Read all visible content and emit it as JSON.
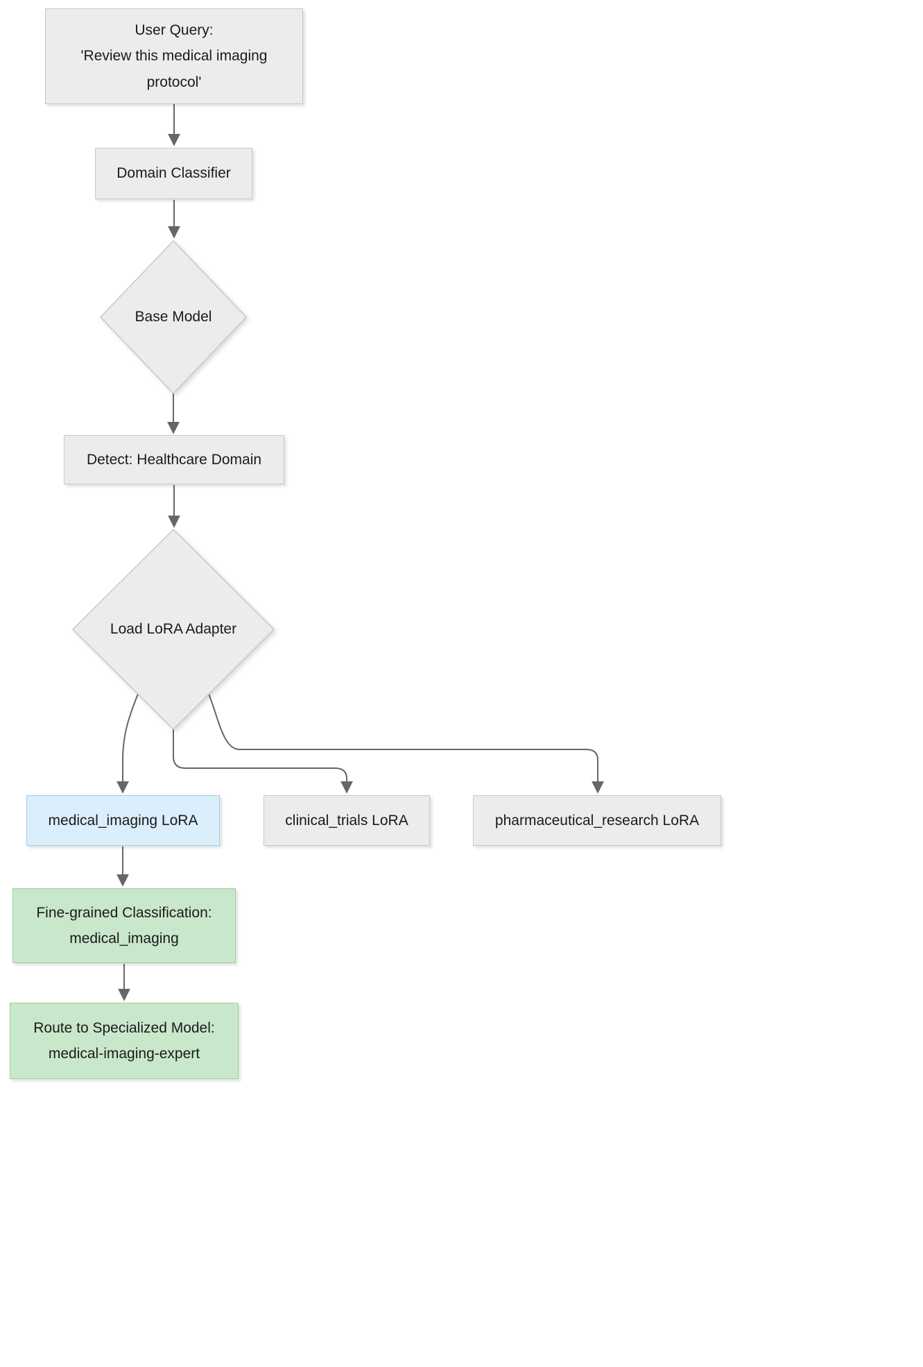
{
  "nodes": {
    "user_query": {
      "lines": [
        "User Query:",
        "'Review this medical imaging",
        "protocol'"
      ]
    },
    "domain_classifier": {
      "label": "Domain Classifier"
    },
    "base_model": {
      "label": "Base Model"
    },
    "detect_domain": {
      "label": "Detect: Healthcare Domain"
    },
    "load_lora_adapter": {
      "label": "Load LoRA Adapter"
    },
    "medical_imaging_lora": {
      "label": "medical_imaging LoRA"
    },
    "clinical_trials_lora": {
      "label": "clinical_trials LoRA"
    },
    "pharmaceutical_research_lora": {
      "label": "pharmaceutical_research LoRA"
    },
    "fine_grained_classification": {
      "lines": [
        "Fine-grained Classification:",
        "medical_imaging"
      ]
    },
    "route_to_specialized_model": {
      "lines": [
        "Route to Specialized Model:",
        "medical-imaging-expert"
      ]
    }
  },
  "colors": {
    "node_fill": "#ececec",
    "node_border": "#c8c8c8",
    "selected_fill": "#daeefb",
    "selected_border": "#9fcfe8",
    "result_fill": "#c9e7ca",
    "result_border": "#9fcf9f",
    "edge": "#666666",
    "text": "#1a1a1a"
  }
}
